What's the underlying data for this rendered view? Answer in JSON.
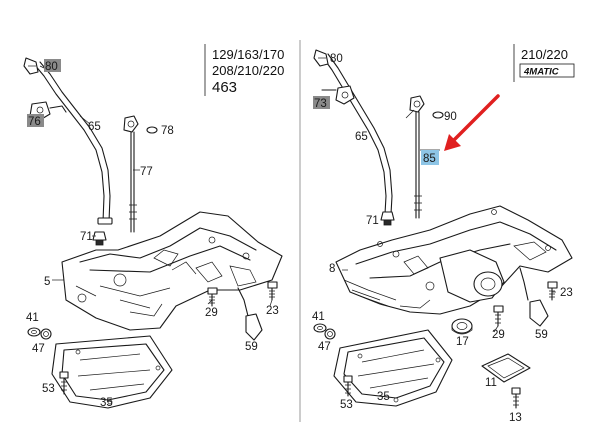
{
  "left_panel": {
    "model_lines": [
      "129/163/170",
      "208/210/220"
    ],
    "model_code": "463",
    "callouts": {
      "c80": "80",
      "c76": "76",
      "c65": "65",
      "c78": "78",
      "c77": "77",
      "c71": "71",
      "c5": "5",
      "c41": "41",
      "c47": "47",
      "c29": "29",
      "c23": "23",
      "c59": "59",
      "c53": "53",
      "c35": "35"
    }
  },
  "right_panel": {
    "model_lines": [
      "210/220"
    ],
    "badge": "4MATIC",
    "callouts": {
      "c80": "80",
      "c73": "73",
      "c65": "65",
      "c90": "90",
      "c85": "85",
      "c71": "71",
      "c8": "8",
      "c23": "23",
      "c59": "59",
      "c41": "41",
      "c47": "47",
      "c29": "29",
      "c17": "17",
      "c35": "35",
      "c11": "11",
      "c53": "53",
      "c13": "13"
    }
  },
  "highlight_colors": {
    "grey": "#8a8a8a",
    "blue": "#8ec5e6",
    "arrow": "#e02020"
  }
}
